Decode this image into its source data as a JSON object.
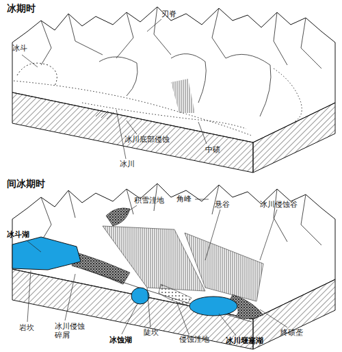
{
  "diagram": {
    "labels": [
      "冰期时",
      "冰斗",
      "刃脊",
      "冰川底部侵蚀",
      "中碛",
      "冰川",
      "间冰期时",
      "冰斗湖",
      "积雪洼地",
      "角峰",
      "悬谷",
      "冰川侵蚀谷",
      "岩坎",
      "冰川侵蚀 碎屑",
      "冰蚀湖",
      "陡坎",
      "侵蚀洼地",
      "冰川堰塞湖",
      "终碛垄"
    ]
  }
}
